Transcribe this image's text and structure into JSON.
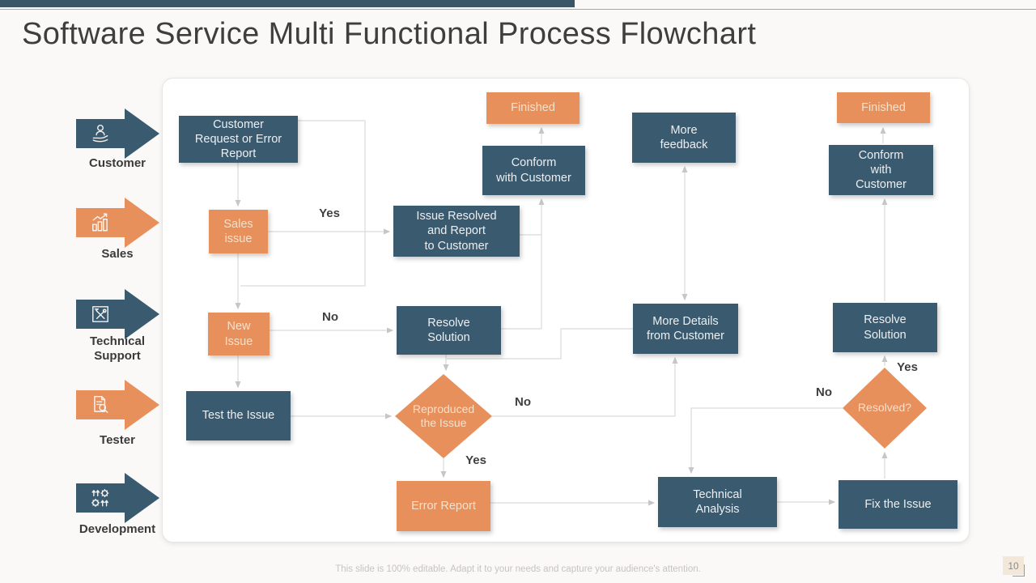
{
  "header": {
    "title": "Software Service Multi Functional Process Flowchart"
  },
  "lanes": [
    {
      "label": "Customer",
      "icon": "customer-support-icon"
    },
    {
      "label": "Sales",
      "icon": "sales-growth-icon"
    },
    {
      "label": "Technical\nSupport",
      "icon": "technical-tools-icon"
    },
    {
      "label": "Tester",
      "icon": "test-document-icon"
    },
    {
      "label": "Development",
      "icon": "development-gears-icon"
    }
  ],
  "nodes": [
    {
      "id": "customer-request",
      "label": "Customer\nRequest or Error\nReport",
      "shape": "rect",
      "color": "dark"
    },
    {
      "id": "sales-issue",
      "label": "Sales\nissue",
      "shape": "rect",
      "color": "orange"
    },
    {
      "id": "new-issue",
      "label": "New\nIssue",
      "shape": "rect",
      "color": "orange"
    },
    {
      "id": "test-the-issue",
      "label": "Test the Issue",
      "shape": "rect",
      "color": "dark"
    },
    {
      "id": "finished-left",
      "label": "Finished",
      "shape": "rect",
      "color": "orange"
    },
    {
      "id": "conform-customer-left",
      "label": "Conform\nwith Customer",
      "shape": "rect",
      "color": "dark"
    },
    {
      "id": "issue-resolved",
      "label": "Issue Resolved\nand Report\nto Customer",
      "shape": "rect",
      "color": "dark"
    },
    {
      "id": "resolve-solution-left",
      "label": "Resolve\nSolution",
      "shape": "rect",
      "color": "dark"
    },
    {
      "id": "reproduced-the-issue",
      "label": "Reproduced the Issue",
      "shape": "diamond",
      "color": "orange"
    },
    {
      "id": "error-report",
      "label": "Error Report",
      "shape": "rect",
      "color": "orange"
    },
    {
      "id": "more-feedback",
      "label": "More\nfeedback",
      "shape": "rect",
      "color": "dark"
    },
    {
      "id": "more-details",
      "label": "More Details\nfrom Customer",
      "shape": "rect",
      "color": "dark"
    },
    {
      "id": "technical-analysis",
      "label": "Technical\nAnalysis",
      "shape": "rect",
      "color": "dark"
    },
    {
      "id": "finished-right",
      "label": "Finished",
      "shape": "rect",
      "color": "orange"
    },
    {
      "id": "conform-customer-right",
      "label": "Conform\nwith\nCustomer",
      "shape": "rect",
      "color": "dark"
    },
    {
      "id": "resolve-solution-right",
      "label": "Resolve\nSolution",
      "shape": "rect",
      "color": "dark"
    },
    {
      "id": "resolved-question",
      "label": "Resolved?",
      "shape": "diamond",
      "color": "orange"
    },
    {
      "id": "fix-the-issue",
      "label": "Fix the Issue",
      "shape": "rect",
      "color": "dark"
    }
  ],
  "edge_labels": [
    {
      "text": "Yes"
    },
    {
      "text": "No"
    },
    {
      "text": "No"
    },
    {
      "text": "Yes"
    },
    {
      "text": "Yes"
    },
    {
      "text": "No"
    }
  ],
  "footer": {
    "note": "This slide is 100% editable. Adapt it to your needs and capture your audience's attention.",
    "page_number": "10"
  },
  "colors": {
    "dark_accent": "#3a5a70",
    "orange_accent": "#e8905b",
    "connector": "#dadada",
    "panel": "#ffffff",
    "page_background": "#faf9f7"
  }
}
